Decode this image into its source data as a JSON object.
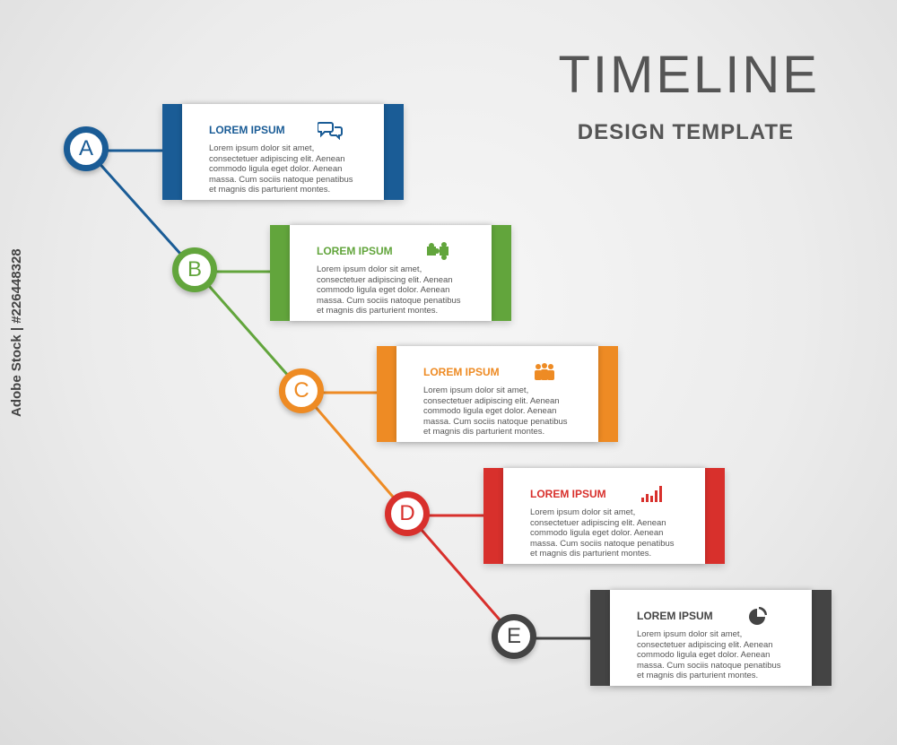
{
  "header": {
    "title": "TIMELINE",
    "subtitle": "DESIGN TEMPLATE"
  },
  "watermark": "Adobe Stock | #226448328",
  "colors": {
    "a": "#1a5c96",
    "b": "#62a53c",
    "c": "#ee8b24",
    "d": "#d8302c",
    "e": "#444444"
  },
  "steps": [
    {
      "letter": "A",
      "heading": "LOREM IPSUM",
      "body": "Lorem ipsum dolor sit amet, consectetuer adipiscing elit. Aenean commodo ligula eget dolor. Aenean massa. Cum sociis natoque penatibus et magnis dis parturient montes.",
      "icon": "chat-bubbles-icon"
    },
    {
      "letter": "B",
      "heading": "LOREM IPSUM",
      "body": "Lorem ipsum dolor sit amet, consectetuer adipiscing elit. Aenean commodo ligula eget dolor. Aenean massa. Cum sociis natoque penatibus et magnis dis parturient montes.",
      "icon": "puzzle-icon"
    },
    {
      "letter": "C",
      "heading": "LOREM IPSUM",
      "body": "Lorem ipsum dolor sit amet, consectetuer adipiscing elit. Aenean commodo ligula eget dolor. Aenean massa. Cum sociis natoque penatibus et magnis dis parturient montes.",
      "icon": "people-group-icon"
    },
    {
      "letter": "D",
      "heading": "LOREM IPSUM",
      "body": "Lorem ipsum dolor sit amet, consectetuer adipiscing elit. Aenean commodo ligula eget dolor. Aenean massa. Cum sociis natoque penatibus et magnis dis parturient montes.",
      "icon": "bar-chart-icon"
    },
    {
      "letter": "E",
      "heading": "LOREM IPSUM",
      "body": "Lorem ipsum dolor sit amet, consectetuer adipiscing elit. Aenean commodo ligula eget dolor. Aenean massa. Cum sociis natoque penatibus et magnis dis parturient montes.",
      "icon": "pie-chart-icon"
    }
  ]
}
